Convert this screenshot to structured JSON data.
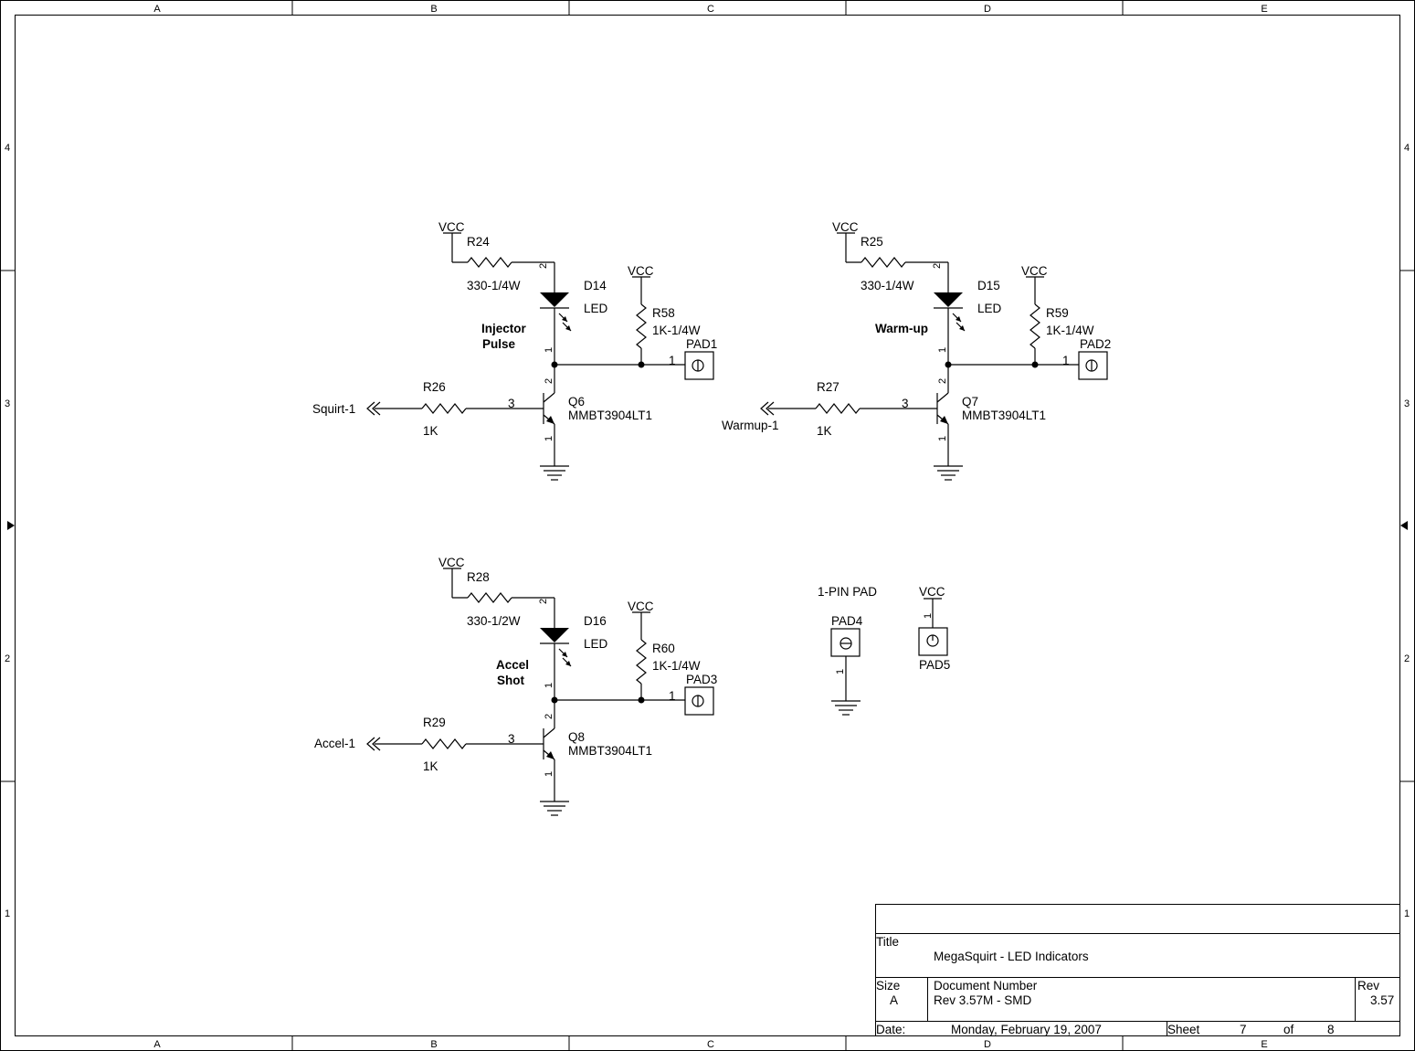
{
  "border": {
    "columns": [
      "A",
      "B",
      "C",
      "D",
      "E"
    ],
    "rows": [
      "4",
      "3",
      "2",
      "1"
    ]
  },
  "circuits": {
    "c1": {
      "vcc1": "VCC",
      "r_top": "R24",
      "r_top_val": "330-1/4W",
      "led": "D14",
      "led_type": "LED",
      "label1": "Injector",
      "label2": "Pulse",
      "vcc2": "VCC",
      "r_pull": "R58",
      "r_pull_val": "1K-1/4W",
      "pad": "PAD1",
      "pad_pin": "1",
      "r_base": "R26",
      "r_base_val": "1K",
      "net": "Squirt-1",
      "q": "Q6",
      "q_type": "MMBT3904LT1",
      "pin_led2": "2",
      "pin_led1": "1",
      "pin_c": "2",
      "pin_b": "3",
      "pin_e": "1"
    },
    "c2": {
      "vcc1": "VCC",
      "r_top": "R25",
      "r_top_val": "330-1/4W",
      "led": "D15",
      "led_type": "LED",
      "label1": "Warm-up",
      "label2": "",
      "vcc2": "VCC",
      "r_pull": "R59",
      "r_pull_val": "1K-1/4W",
      "pad": "PAD2",
      "pad_pin": "1",
      "r_base": "R27",
      "r_base_val": "1K",
      "net": "Warmup-1",
      "q": "Q7",
      "q_type": "MMBT3904LT1",
      "pin_led2": "2",
      "pin_led1": "1",
      "pin_c": "2",
      "pin_b": "3",
      "pin_e": "1"
    },
    "c3": {
      "vcc1": "VCC",
      "r_top": "R28",
      "r_top_val": "330-1/2W",
      "led": "D16",
      "led_type": "LED",
      "label1": "Accel",
      "label2": "Shot",
      "vcc2": "VCC",
      "r_pull": "R60",
      "r_pull_val": "1K-1/4W",
      "pad": "PAD3",
      "pad_pin": "1",
      "r_base": "R29",
      "r_base_val": "1K",
      "net": "Accel-1",
      "q": "Q8",
      "q_type": "MMBT3904LT1",
      "pin_led2": "2",
      "pin_led1": "1",
      "pin_c": "2",
      "pin_b": "3",
      "pin_e": "1"
    }
  },
  "pads": {
    "heading": "1-PIN PAD",
    "pad4": "PAD4",
    "pad4_pin": "1",
    "pad5_vcc": "VCC",
    "pad5": "PAD5",
    "pad5_pin": "1"
  },
  "title_block": {
    "title_label": "Title",
    "title": "MegaSquirt - LED Indicators",
    "size_label": "Size",
    "size": "A",
    "docnum_label": "Document Number",
    "docnum": "Rev 3.57M  - SMD",
    "rev_label": "Rev",
    "rev": "3.57",
    "date_label": "Date:",
    "date": "Monday, February 19, 2007",
    "sheet_label": "Sheet",
    "sheet": "7",
    "of_label": "of",
    "total": "8"
  }
}
